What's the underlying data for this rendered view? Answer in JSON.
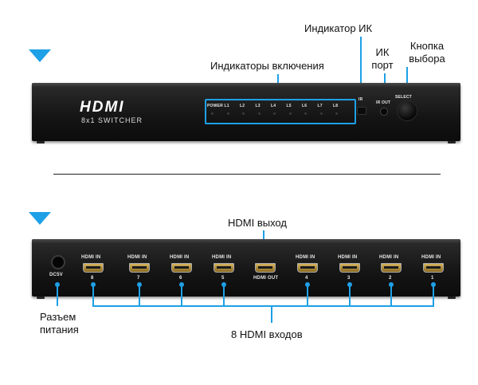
{
  "colors": {
    "accent": "#1ea0e6",
    "device": "#141414"
  },
  "labels": {
    "ir_indicator": "Индикатор ИК",
    "ir_port": "ИК\nпорт",
    "select_button": "Кнопка\nвыбора",
    "power_indicators": "Индикаторы включения",
    "hdmi_output": "HDMI выход",
    "power_connector": "Разъем\nпитания",
    "hdmi_inputs": "8 HDMI входов"
  },
  "front": {
    "logo": "HDMI",
    "model": "8x1 SWITCHER",
    "leds": [
      "POWER",
      "L1",
      "L2",
      "L3",
      "L4",
      "L5",
      "L6",
      "L7",
      "L8"
    ],
    "ir": "IR",
    "ir_out": "IR OUT",
    "select": "SELECT"
  },
  "back": {
    "dc": "DC5V",
    "ports": [
      {
        "top": "HDMI IN",
        "num": "8"
      },
      {
        "top": "HDMI IN",
        "num": "7"
      },
      {
        "top": "HDMI IN",
        "num": "6"
      },
      {
        "top": "HDMI IN",
        "num": "5"
      },
      {
        "top": "",
        "num": "HDMI OUT"
      },
      {
        "top": "HDMI IN",
        "num": "4"
      },
      {
        "top": "HDMI IN",
        "num": "3"
      },
      {
        "top": "HDMI IN",
        "num": "2"
      },
      {
        "top": "HDMI IN",
        "num": "1"
      }
    ]
  }
}
